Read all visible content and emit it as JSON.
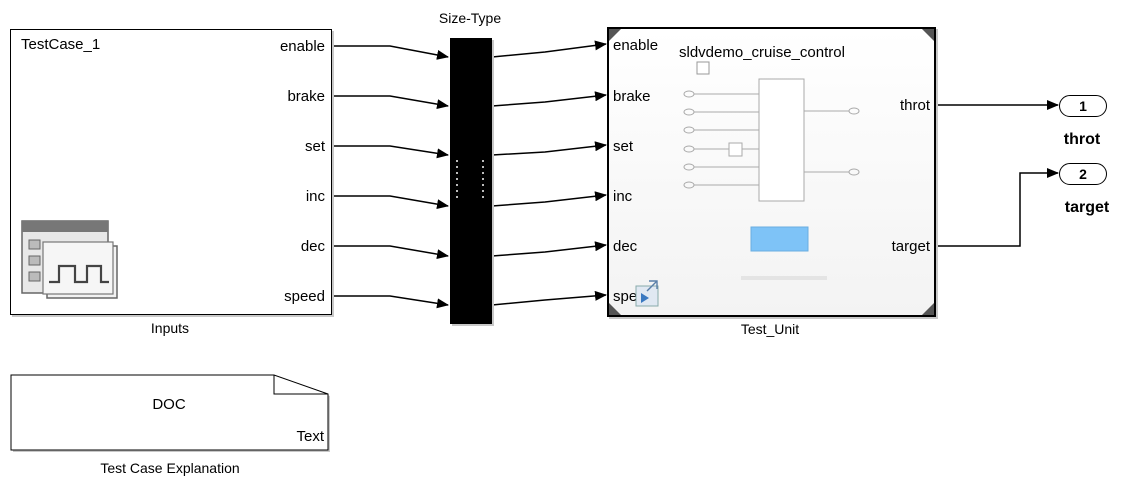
{
  "mux": {
    "title": "Size-Type"
  },
  "inputs_block": {
    "name": "TestCase_1",
    "caption": "Inputs",
    "ports": [
      "enable",
      "brake",
      "set",
      "inc",
      "dec",
      "speed"
    ]
  },
  "test_unit": {
    "model_name": "sldvdemo_cruise_control",
    "caption": "Test_Unit",
    "in_ports": [
      "enable",
      "brake",
      "set",
      "inc",
      "dec",
      "speed"
    ],
    "out_ports": [
      "throt",
      "target"
    ]
  },
  "outports": [
    {
      "number": "1",
      "name": "throt"
    },
    {
      "number": "2",
      "name": "target"
    }
  ],
  "doc_block": {
    "label": "DOC",
    "sublabel": "Text",
    "caption": "Test Case Explanation"
  },
  "colors": {
    "wire": "#000000",
    "shadow": "#c8c8c8",
    "display": "#7ec3f7"
  }
}
